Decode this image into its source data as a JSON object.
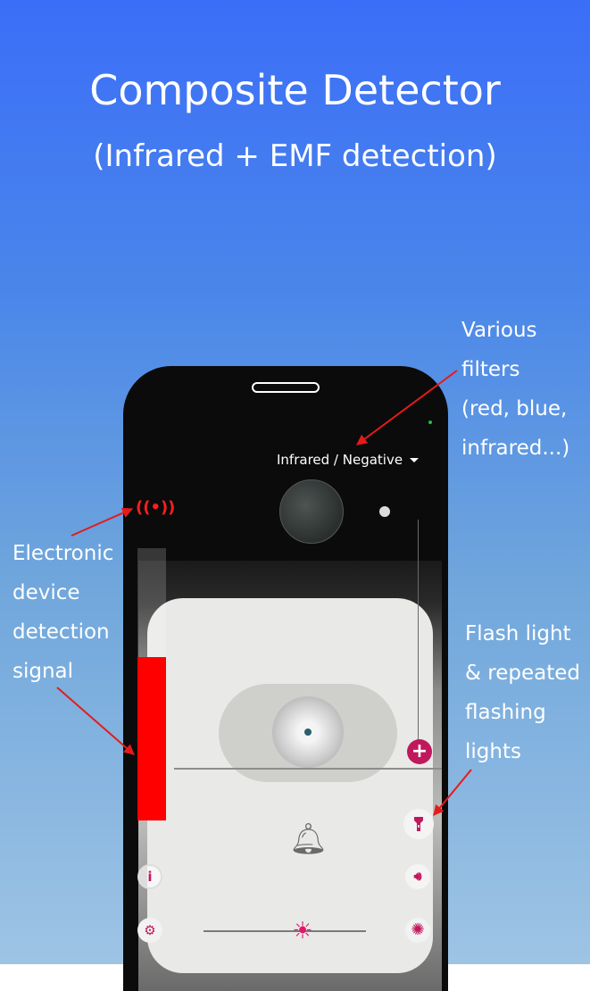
{
  "promo": {
    "title": "Composite Detector",
    "subtitle": "(Infrared + EMF detection)",
    "callouts": {
      "filters": [
        "Various",
        "filters",
        "(red, blue,",
        "infrared...)"
      ],
      "emf": [
        "Electronic",
        "device",
        "detection",
        "signal"
      ],
      "flash": [
        "Flash light",
        "& repeated",
        "flashing",
        "lights"
      ]
    }
  },
  "app": {
    "filter_select": {
      "label": "Infrared / Negative"
    },
    "icons": {
      "emf": "emf-signal-icon",
      "info": "info-icon",
      "settings": "gear-icon",
      "zoom_in": "plus-icon",
      "flash": "flashlight-icon",
      "sound": "speaker-icon",
      "alarm": "bell-icon",
      "brightness": "sun-icon",
      "capture": "aperture-icon"
    },
    "emf_meter": {
      "level": 0.6
    },
    "colors": {
      "accent": "#c0185c",
      "meter": "#ff0000",
      "arrow": "#e41b1b"
    }
  }
}
